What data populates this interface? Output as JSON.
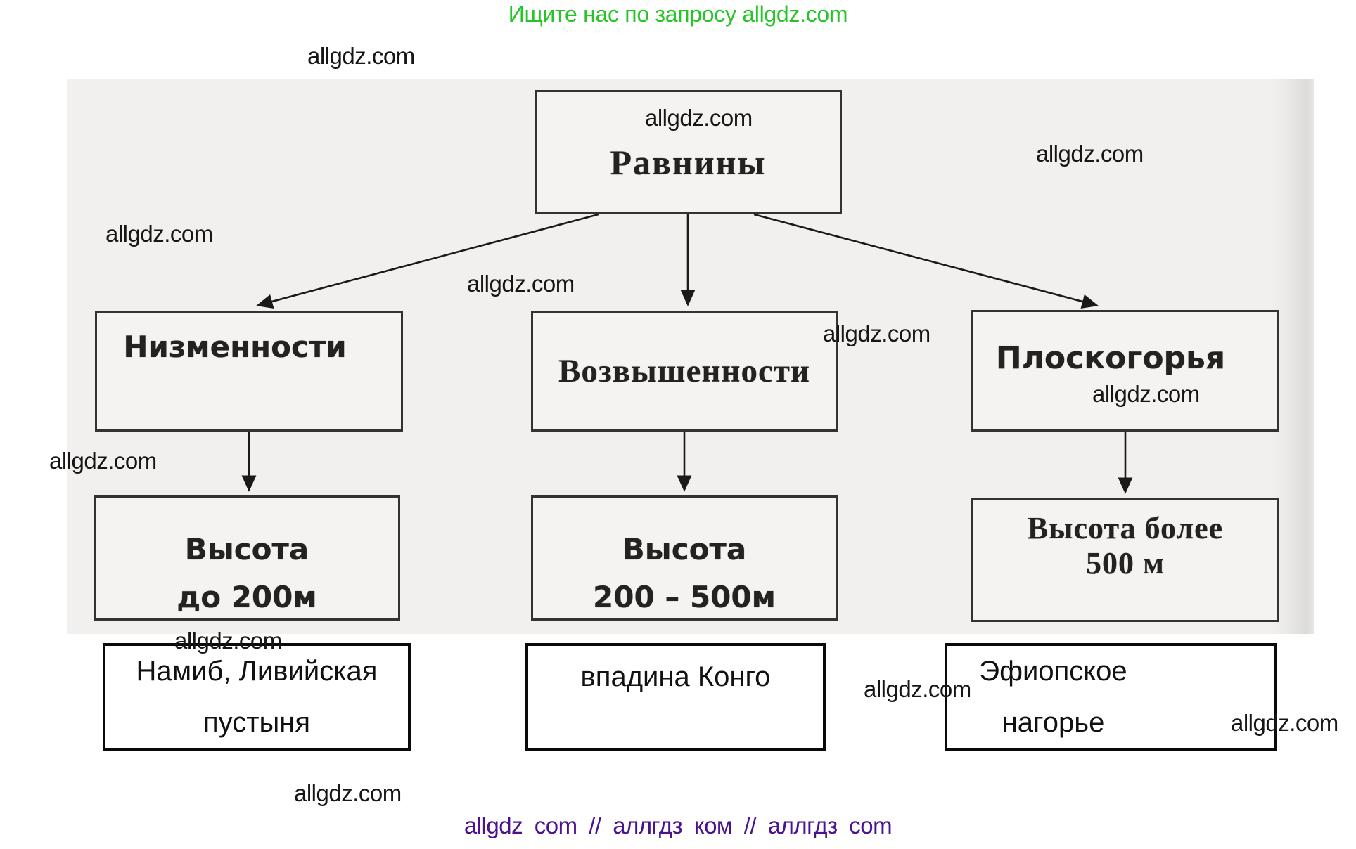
{
  "promo": {
    "header_text": "Ищите нас по запросу allgdz.com",
    "footer_text": "allgdz com  //  аллгдз ком  //  аллгдз com",
    "header_color": "#27c427",
    "footer_color": "#4b128f"
  },
  "watermark": {
    "text": "allgdz.com"
  },
  "diagram": {
    "root": {
      "label": "Равнины"
    },
    "level1": [
      {
        "label": "Низменности"
      },
      {
        "label": "Возвышенности"
      },
      {
        "label": "Плоскогорья"
      }
    ],
    "level2": [
      {
        "lines": [
          "Высота",
          "до 200м"
        ]
      },
      {
        "lines": [
          "Высота",
          "200 – 500м"
        ]
      },
      {
        "lines": [
          "Высота более",
          "500 м"
        ]
      }
    ],
    "level3": [
      {
        "lines": [
          "Намиб, Ливийская",
          "пустыня"
        ]
      },
      {
        "lines": [
          "впадина Конго"
        ]
      },
      {
        "lines": [
          "Эфиопское",
          "нагорье"
        ]
      }
    ]
  }
}
